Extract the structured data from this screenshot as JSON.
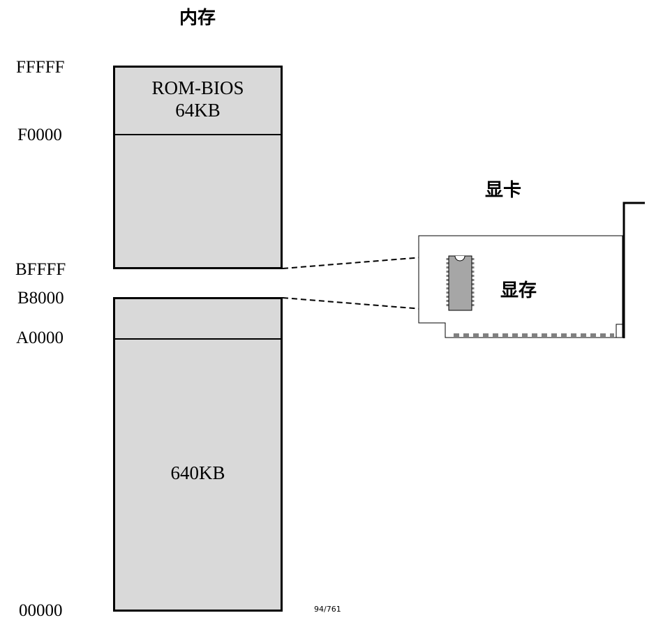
{
  "memory": {
    "title": "内存",
    "addresses": {
      "fffff": "FFFFF",
      "f0000": "F0000",
      "bffff": "BFFFF",
      "b8000": "B8000",
      "a0000": "A0000",
      "zero": "00000"
    },
    "rom_label_line1": "ROM-BIOS",
    "rom_label_line2": "64KB",
    "ram_label": "640KB"
  },
  "video_card": {
    "title": "显卡",
    "vram_label": "显存"
  },
  "page_number": "94/761"
}
